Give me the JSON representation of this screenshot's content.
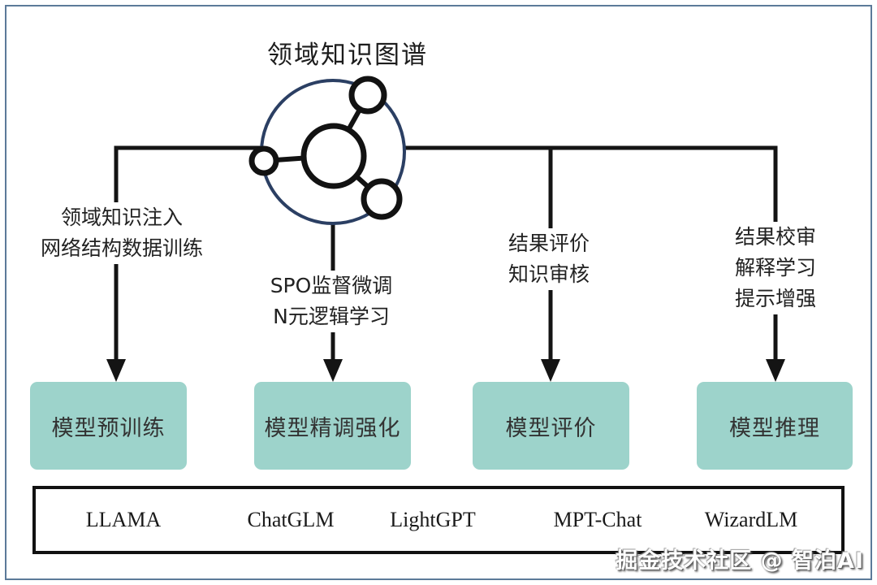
{
  "title": "领域知识图谱",
  "icon": {
    "name": "knowledge-graph-icon"
  },
  "colors": {
    "stage_box_fill": "#9dd3cb",
    "graph_outer_ring": "#2b3f63",
    "line_color": "#141414",
    "frame_border": "#5c7a99"
  },
  "branches": [
    {
      "lines": [
        "领域知识注入",
        "网络结构数据训练"
      ]
    },
    {
      "lines": [
        "SPO监督微调",
        "N元逻辑学习"
      ]
    },
    {
      "lines": [
        "结果评价",
        "知识审核"
      ]
    },
    {
      "lines": [
        "结果校审",
        "解释学习",
        "提示增强"
      ]
    }
  ],
  "stages": [
    "模型预训练",
    "模型精调强化",
    "模型评价",
    "模型推理"
  ],
  "models": [
    "LLAMA",
    "ChatGLM",
    "LightGPT",
    "MPT-Chat",
    "WizardLM"
  ],
  "watermark": "掘金技术社区 @ 智泊AI"
}
